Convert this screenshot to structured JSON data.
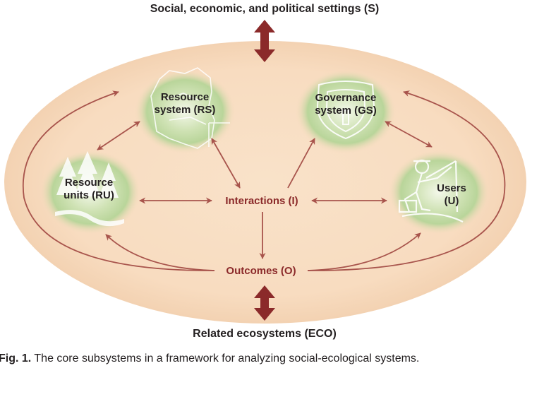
{
  "diagram": {
    "top_label": "Social, economic, and political settings (S)",
    "bottom_label": "Related ecosystems (ECO)",
    "nodes": {
      "resource_system": {
        "line1": "Resource",
        "line2": "system (RS)"
      },
      "governance_system": {
        "line1": "Governance",
        "line2": "system (GS)"
      },
      "resource_units": {
        "line1": "Resource",
        "line2": "units (RU)"
      },
      "users": {
        "line1": "Users",
        "line2": "(U)"
      },
      "interactions": {
        "label": "Interactions (I)"
      },
      "outcomes": {
        "label": "Outcomes (O)"
      }
    },
    "colors": {
      "ellipse_fill": "#f8dcc0",
      "node_halo": "#b9d59a",
      "arrow": "#a8544c",
      "double_arrow": "#8b2a2a",
      "accent_text": "#8b2a2a"
    },
    "icons": {
      "resource_system": "map-outline-icon",
      "governance_system": "shield-badge-icon",
      "resource_units": "pine-trees-icon",
      "users": "fisherman-icon"
    }
  },
  "caption": {
    "prefix": "Fig. 1.",
    "text": "The core subsystems in a framework for analyzing social-ecological systems."
  }
}
